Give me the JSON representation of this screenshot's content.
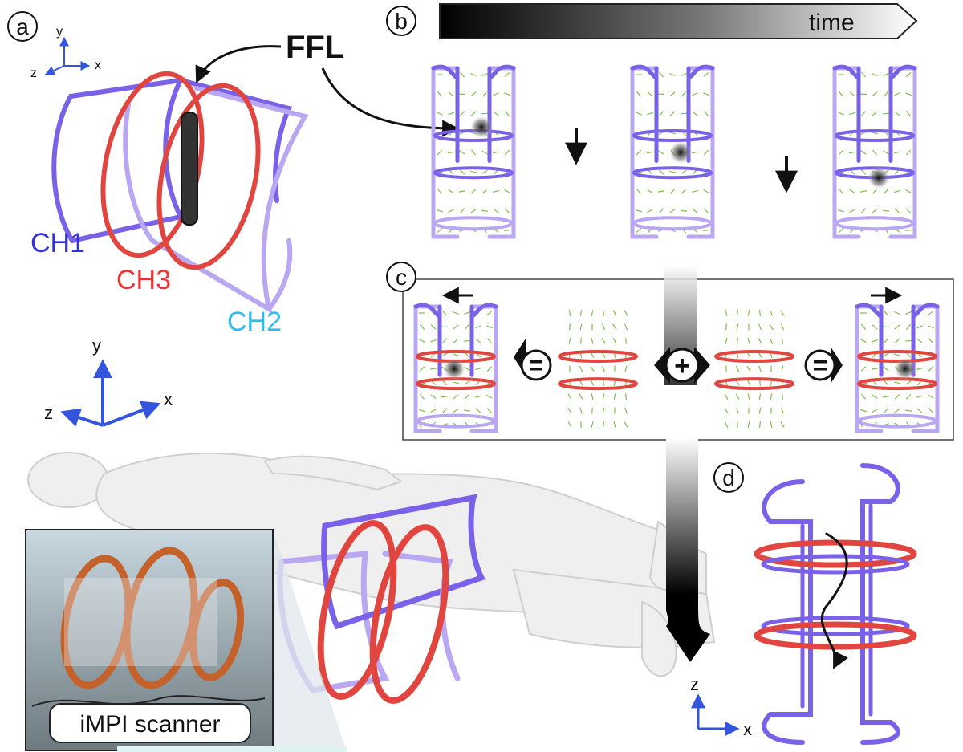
{
  "panels": {
    "a": "a",
    "b": "b",
    "c": "c",
    "d": "d"
  },
  "labels": {
    "ffl": "FFL",
    "time": "time",
    "scanner": "iMPI scanner",
    "ch1": "CH1",
    "ch2": "CH2",
    "ch3": "CH3"
  },
  "axes": {
    "small": {
      "x": "x",
      "y": "y",
      "z": "z"
    },
    "large": {
      "x": "x",
      "y": "y",
      "z": "z"
    },
    "zx": {
      "z": "z",
      "x": "x"
    }
  },
  "operators": {
    "equals": "=",
    "plus": "+"
  },
  "colors": {
    "ch1": "#3333dd",
    "ch2": "#33bbee",
    "ch3": "#ee3333",
    "coil_purple": "#7a62e8",
    "coil_light": "#b9a7f2",
    "coil_red": "#e0463f",
    "field_arrow": "#7cc24a"
  }
}
